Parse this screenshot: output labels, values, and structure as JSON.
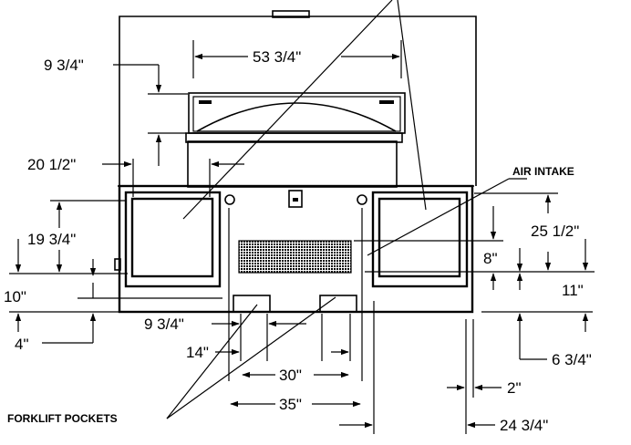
{
  "dimensions": {
    "top_width": "53 3/4\"",
    "top_height": "9 3/4\"",
    "left_offset": "20 1/2\"",
    "window_height": "19 3/4\"",
    "window_bottom": "10\"",
    "base_height": "4\"",
    "pocket_height": "9 3/4\"",
    "pocket_width": "14\"",
    "pocket_spacing_inner": "30\"",
    "pocket_spacing_outer": "35\"",
    "right_height": "25 1/2\"",
    "intake_height": "8\"",
    "right_bottom": "11\"",
    "right_base": "6 3/4\"",
    "right_offset": "2\"",
    "center_offset": "24 3/4\""
  },
  "callouts": {
    "air_intake": "AIR INTAKE",
    "forklift_pockets": "FORKLIFT POCKETS"
  }
}
